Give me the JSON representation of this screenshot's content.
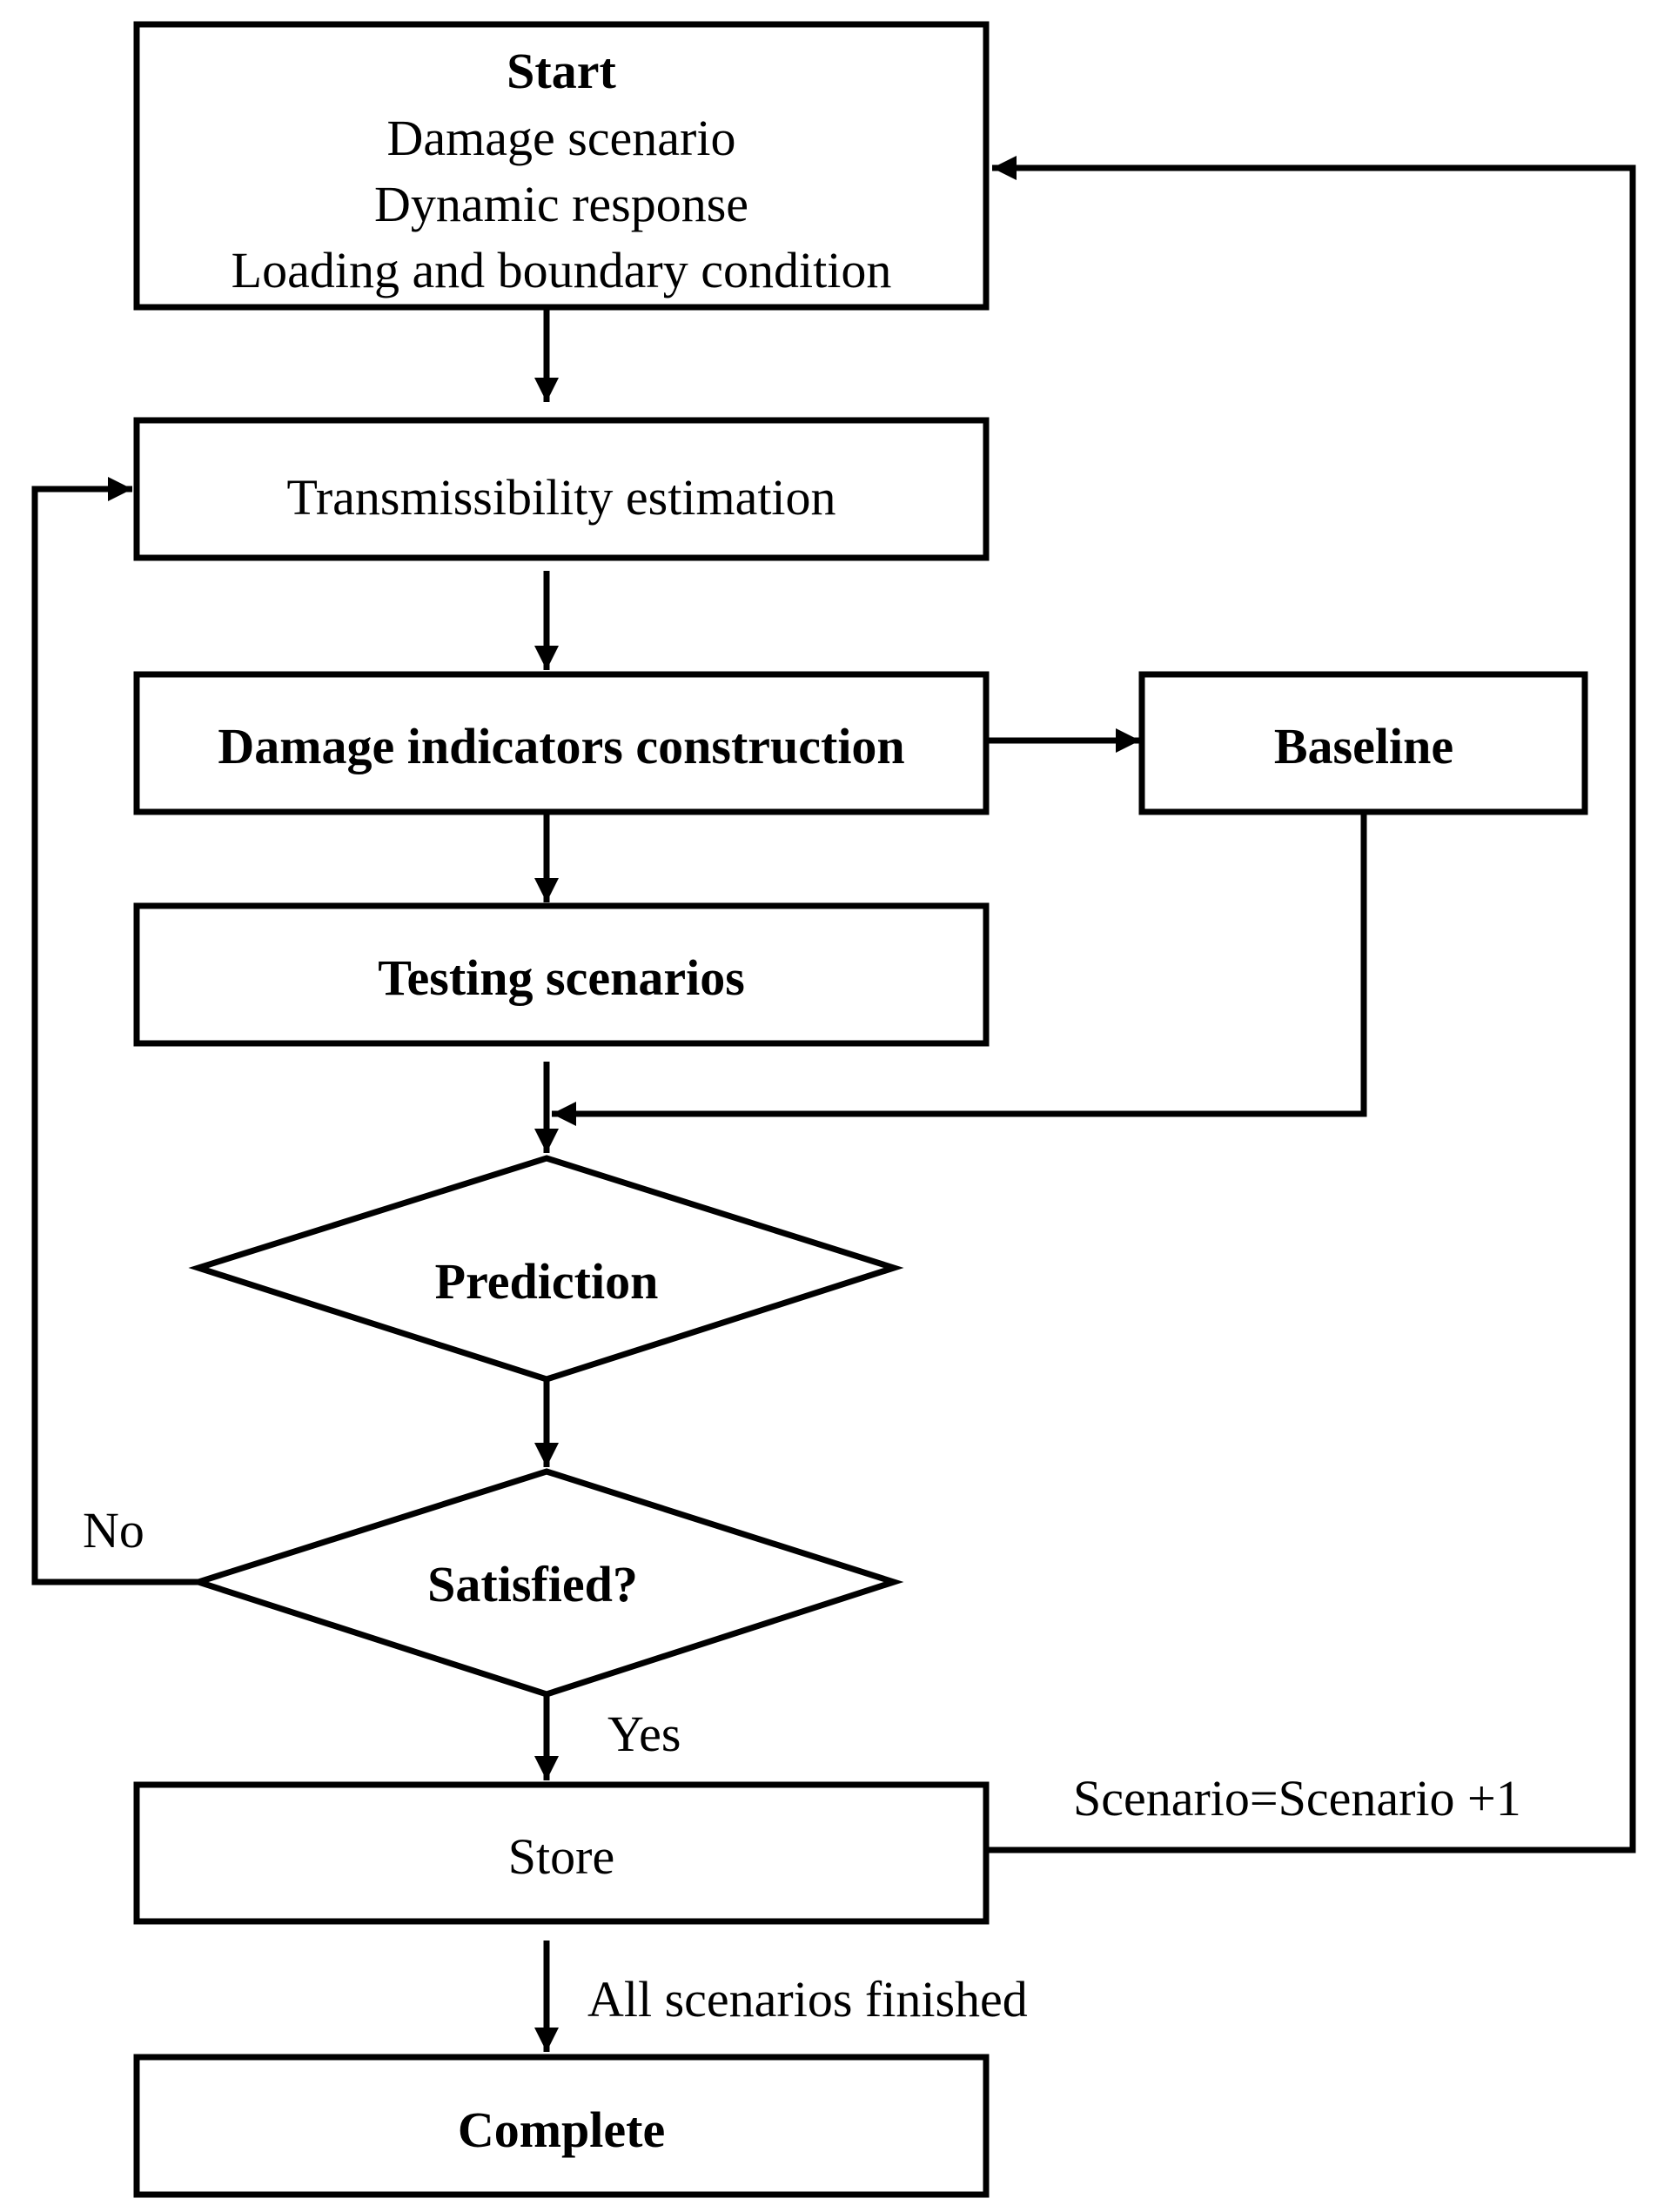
{
  "nodes": {
    "start": {
      "title": "Start",
      "lines": [
        "Damage scenario",
        "Dynamic response",
        "Loading and boundary condition"
      ]
    },
    "transmissibility": {
      "label": "Transmissibility estimation"
    },
    "damage_indicators": {
      "label": "Damage indicators construction"
    },
    "baseline": {
      "label": "Baseline"
    },
    "testing": {
      "label": "Testing scenarios"
    },
    "prediction": {
      "label": "Prediction"
    },
    "satisfied": {
      "label": "Satisfied?"
    },
    "store": {
      "label": "Store"
    },
    "complete": {
      "label": "Complete"
    }
  },
  "edges": {
    "no_label": "No",
    "yes_label": "Yes",
    "loop_label": "Scenario=Scenario +1",
    "finished_label": "All scenarios finished"
  }
}
